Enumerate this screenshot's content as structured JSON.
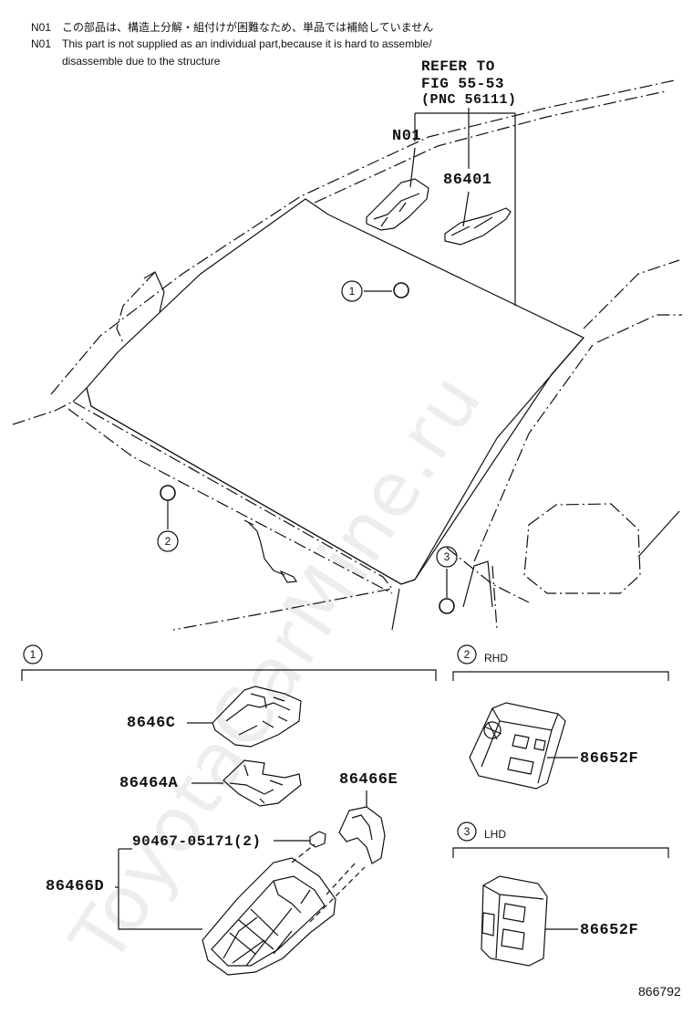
{
  "notes": [
    {
      "code": "N01",
      "text": "この部品は、構造上分解・組付けが困難なため、単品では補給していません"
    },
    {
      "code": "N01",
      "text": "This part is not supplied as an individual part,because it is hard to assemble/"
    },
    {
      "code": "",
      "text": "disassemble due to the structure"
    }
  ],
  "refer": {
    "line1": "REFER TO",
    "line2": "FIG 55-53",
    "line3": "(PNC 56111)"
  },
  "callouts": {
    "n01": "N01",
    "p86401": "86401"
  },
  "markers": {
    "m1": "1",
    "m2": "2",
    "m3": "3"
  },
  "sections": {
    "s1": {
      "marker": "1"
    },
    "s2": {
      "marker": "2",
      "caption": "RHD"
    },
    "s3": {
      "marker": "3",
      "caption": "LHD"
    }
  },
  "parts": {
    "p8646C": "8646C",
    "p86464A": "86464A",
    "p86466E": "86466E",
    "p90467": "90467-05171(2)",
    "p86466D": "86466D",
    "p86652F_rhd": "86652F",
    "p86652F_lhd": "86652F"
  },
  "figure_number": "866792",
  "watermark": "ToyotaCarMine.ru"
}
